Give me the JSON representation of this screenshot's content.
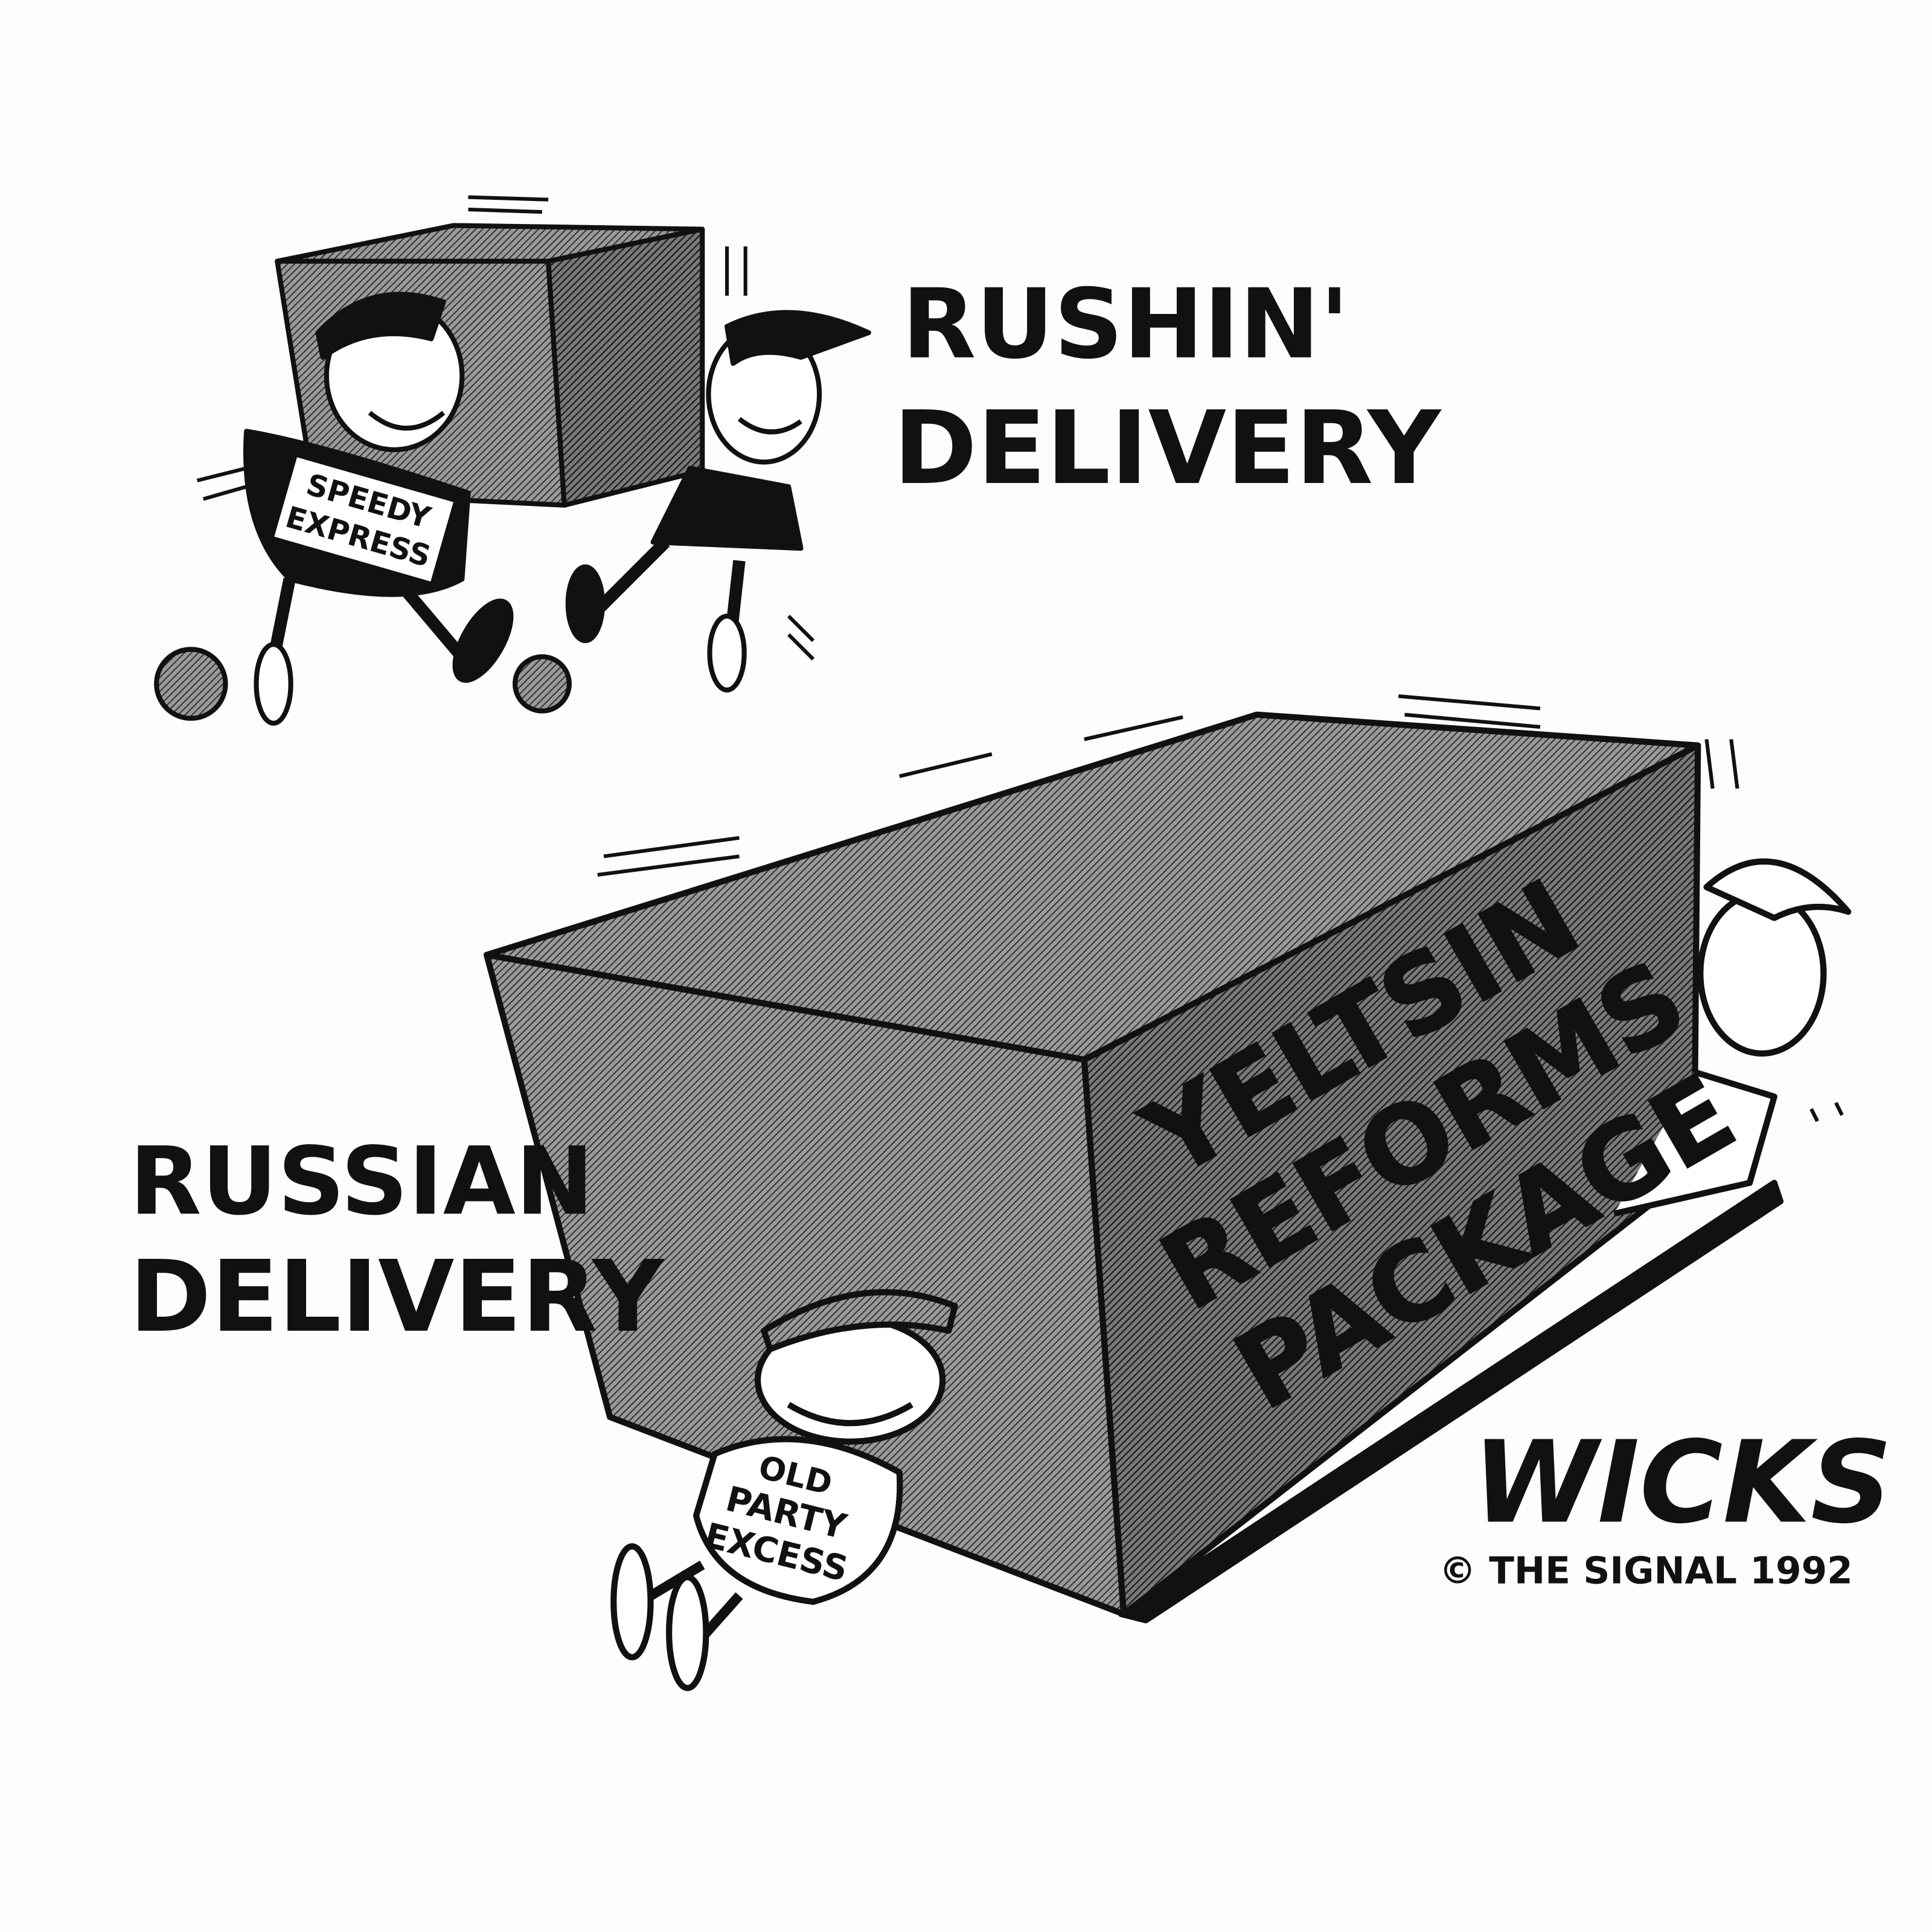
{
  "cartoon": {
    "top_caption": {
      "line1": "RUSHIN'",
      "line2": "DELIVERY"
    },
    "bottom_caption": {
      "line1": "RUSSIAN",
      "line2": "DELIVERY"
    },
    "small_package_shirt": {
      "line1": "SPEEDY",
      "line2": "EXPRESS"
    },
    "big_package_label": {
      "line1": "YELTSIN",
      "line2": "REFORMS",
      "line3": "PACKAGE"
    },
    "blocker_shirt": {
      "line1": "OLD",
      "line2": "PARTY",
      "line3": "EXCESS"
    },
    "signature": "WICKS",
    "copyright": "© THE SIGNAL 1992"
  },
  "colors": {
    "ink": "#111111",
    "paper": "#fdfdfb",
    "hatch": "#6a6a6a"
  }
}
